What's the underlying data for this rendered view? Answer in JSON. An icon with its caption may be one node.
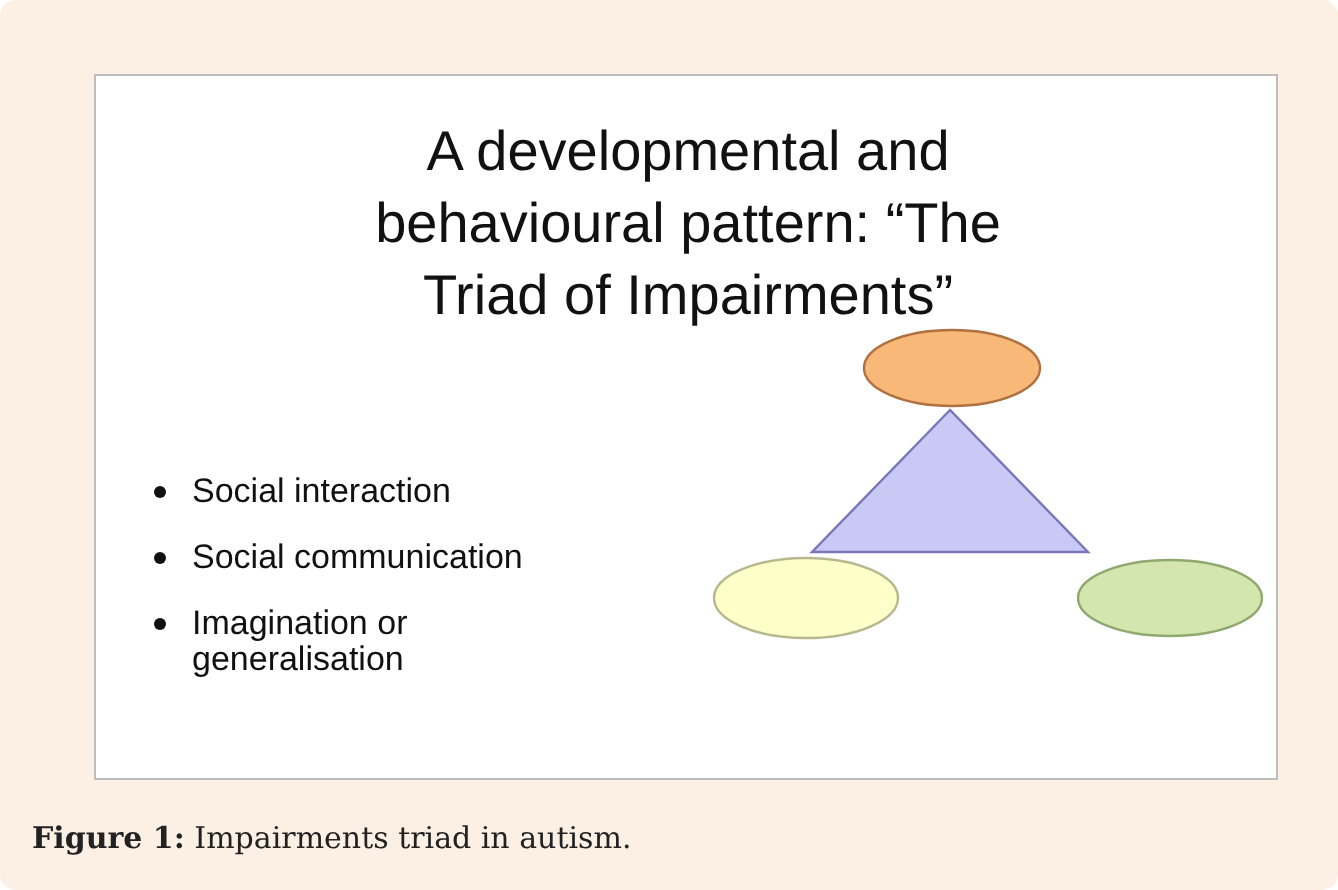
{
  "diagram": {
    "title": "A developmental and behavioural pattern: “The Triad of Impairments”",
    "caption": "**Figure 1:** Impairments triad in autism.",
    "nodes": [
      {
        "text": [],
        "shape": "triangle"
      },
      {
        "text": [],
        "shape": "ellipse"
      },
      {
        "text": [],
        "shape": "ellipse"
      },
      {
        "text": [],
        "shape": "ellipse"
      }
    ],
    "labels": [
      "Social interaction",
      "Social communication",
      "Imagination or generalisation"
    ]
  }
}
